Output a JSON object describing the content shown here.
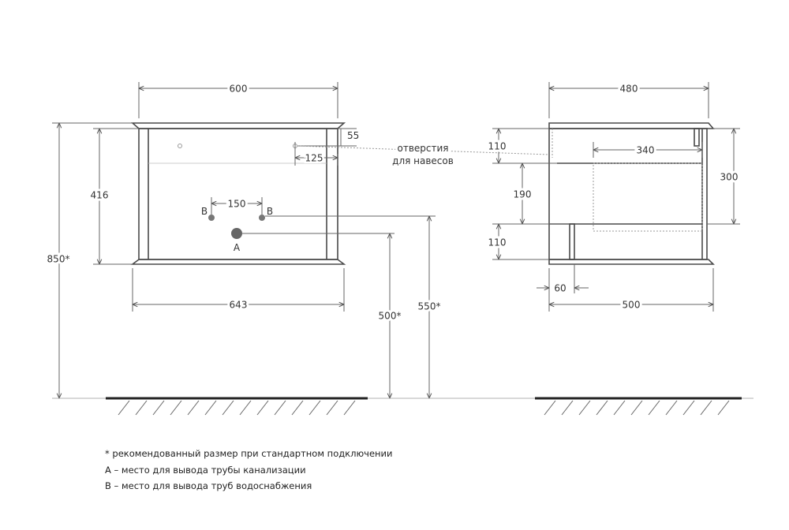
{
  "front_view": {
    "width_top": "600",
    "width_bottom": "643",
    "height_total": "850*",
    "height_body": "416",
    "hole_offset_v": "55",
    "hole_offset_h": "125",
    "pipe_spacing": "150",
    "pipe_b_left": "B",
    "pipe_b_right": "B",
    "pipe_a": "A",
    "height_a": "500*",
    "height_b": "550*"
  },
  "callout": {
    "line1": "отверстия",
    "line2": "для навесов"
  },
  "side_view": {
    "depth_top": "480",
    "depth_bottom": "500",
    "drawer_depth": "340",
    "offset_top": "110",
    "drawer_height": "190",
    "offset_bottom": "110",
    "drawer_front_height": "300",
    "plinth_depth": "60"
  },
  "notes": {
    "star": "* рекомендованный размер при стандартном подключении",
    "a": "А – место для вывода трубы канализации",
    "b": "В – место для вывода труб водоснабжения"
  },
  "colors": {
    "line": "#4a4a4a",
    "dim_line": "#666666",
    "floor": "#222222",
    "pipe": "#666666"
  }
}
